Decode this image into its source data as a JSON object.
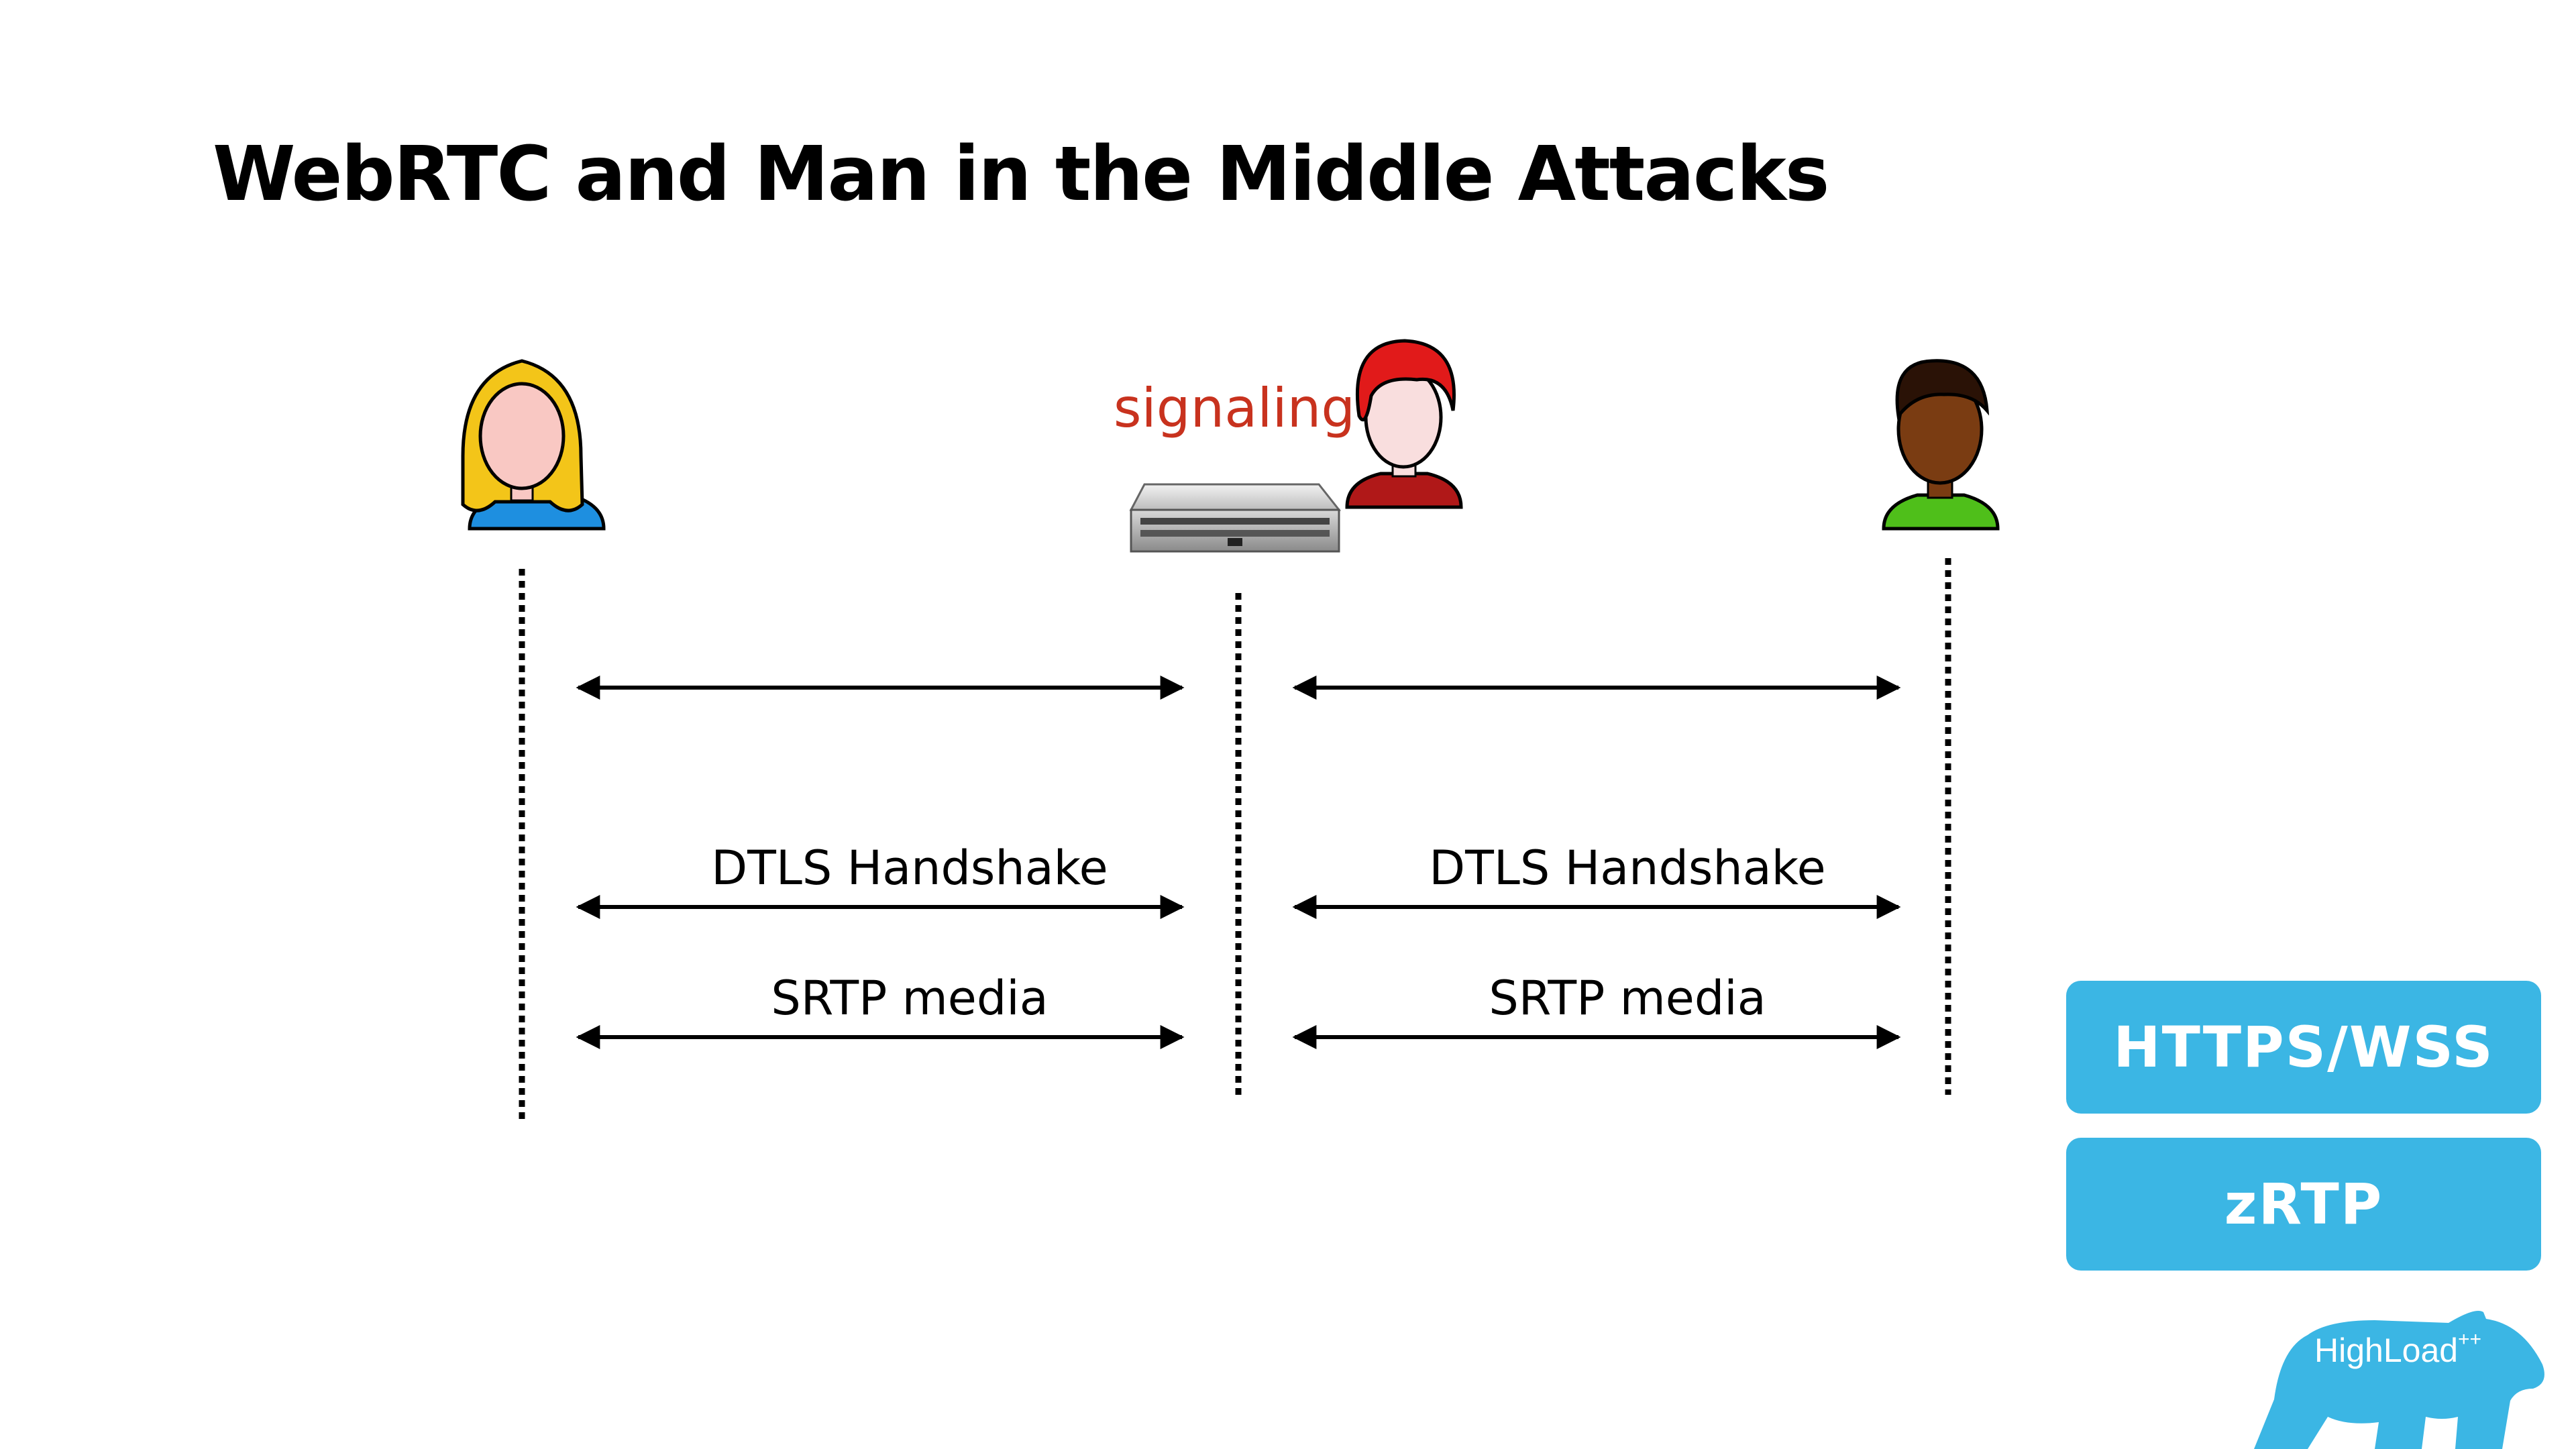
{
  "title": "WebRTC and Man in the Middle Attacks",
  "server": {
    "label": "signaling"
  },
  "left_segment": {
    "dtls_label": "DTLS Handshake",
    "srtp_label": "SRTP media"
  },
  "right_segment": {
    "dtls_label": "DTLS Handshake",
    "srtp_label": "SRTP media"
  },
  "badges": {
    "https_wss": "HTTPS/WSS",
    "zrtp": "zRTP"
  },
  "logo": {
    "brand": "HighLoad",
    "plus": "++"
  },
  "colors": {
    "badge_bg": "#3bb6e4",
    "signaling_text": "#c8321e",
    "blonde_hair": "#f3c519",
    "blonde_shirt": "#1e8fe0",
    "attacker_hair": "#e11a1a",
    "attacker_shirt": "#b01818",
    "dark_skin": "#7a3c12",
    "dark_shirt": "#4fbf1a",
    "logo_bear": "#3bb6e4"
  }
}
